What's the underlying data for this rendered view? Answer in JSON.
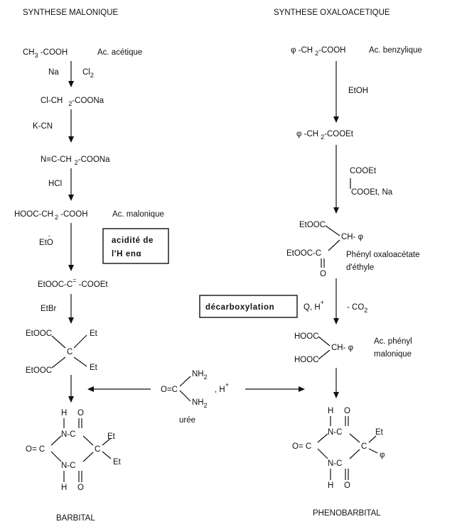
{
  "titles": {
    "left": "SYNTHESE MALONIQUE",
    "right": "SYNTHESE OXALOACETIQUE"
  },
  "left": {
    "s1": "CH",
    "s1_sub": "3",
    "s1_rest": " -COOH",
    "s1_name": "Ac. acétique",
    "r1a": "Na",
    "r1b": "Cl",
    "r1b_sub": "2",
    "s2": "Cl-CH",
    "s2_sub": "2",
    "s2_rest": "-COONa",
    "r2": "K-CN",
    "s3": "N≡C-CH",
    "s3_sub": "2",
    "s3_rest": "-COONa",
    "r3": "HCl",
    "s4": "HOOC-CH",
    "s4_sub": "2",
    "s4_rest": " -COOH",
    "s4_name": "Ac. malonique",
    "r4": "EtO",
    "r4_sup": "-",
    "box1_l1": "acidité  de",
    "box1_l2": "l'H  enα",
    "s5": "EtOOC-C",
    "s5_sup": "=",
    "s5_rest": " -COOEt",
    "r5": "EtBr",
    "s6_a": "EtOOC",
    "s6_b": "EtOOC",
    "s6_c": "C",
    "s6_d": "Et",
    "s6_e": "Et",
    "final": "BARBITAL"
  },
  "right": {
    "s1": "φ -CH",
    "s1_sub": "2",
    "s1_rest": "-COOH",
    "s1_name": "Ac.  benzylique",
    "r1": "EtOH",
    "s2": "φ -CH",
    "s2_sub": "2",
    "s2_rest": "-COOEt",
    "r2a": "COOEt",
    "r2b": "|",
    "r2c": "COOEt, Na",
    "s3_a": "EtOOC",
    "s3_b": "CH- φ",
    "s3_c": "EtOOC-C",
    "s3_d": "O",
    "s3_name1": "Phényl  oxaloacétate",
    "s3_name2": "d'éthyle",
    "box2": "décarboxylation",
    "r3a": "Q, H",
    "r3a_sup": "+",
    "r3b": "- CO",
    "r3b_sub": "2",
    "s4_a": "HOOC",
    "s4_b": "HOOC",
    "s4_c": "CH- φ",
    "s4_name1": "Ac. phényl",
    "s4_name2": "malonique",
    "final": "PHENOBARBITAL"
  },
  "center": {
    "urea_o": "O=C",
    "urea_n1": "NH",
    "urea_n1_sub": "2",
    "urea_n2": "NH",
    "urea_n2_sub": "2",
    "urea_h": ", H",
    "urea_h_sup": "+",
    "urea_name": "urée"
  },
  "ring_left": {
    "h_top": "H",
    "o_top": "O",
    "n_top": "N-C",
    "o_left": "O= C",
    "c_center": "C",
    "n_bot": "N-C",
    "h_bot": "H",
    "o_bot": "O",
    "sub1": "Et",
    "sub2": "Et"
  },
  "ring_right": {
    "h_top": "H",
    "o_top": "O",
    "n_top": "N-C",
    "o_left": "O= C",
    "c_center": "C",
    "n_bot": "N-C",
    "h_bot": "H",
    "o_bot": "O",
    "sub1": "Et",
    "sub2": "φ"
  },
  "fix_notes": [
    "'ring_right.o_left' is 'O= C' in #page-data, but the screenshot shows 'O = C'"
  ]
}
